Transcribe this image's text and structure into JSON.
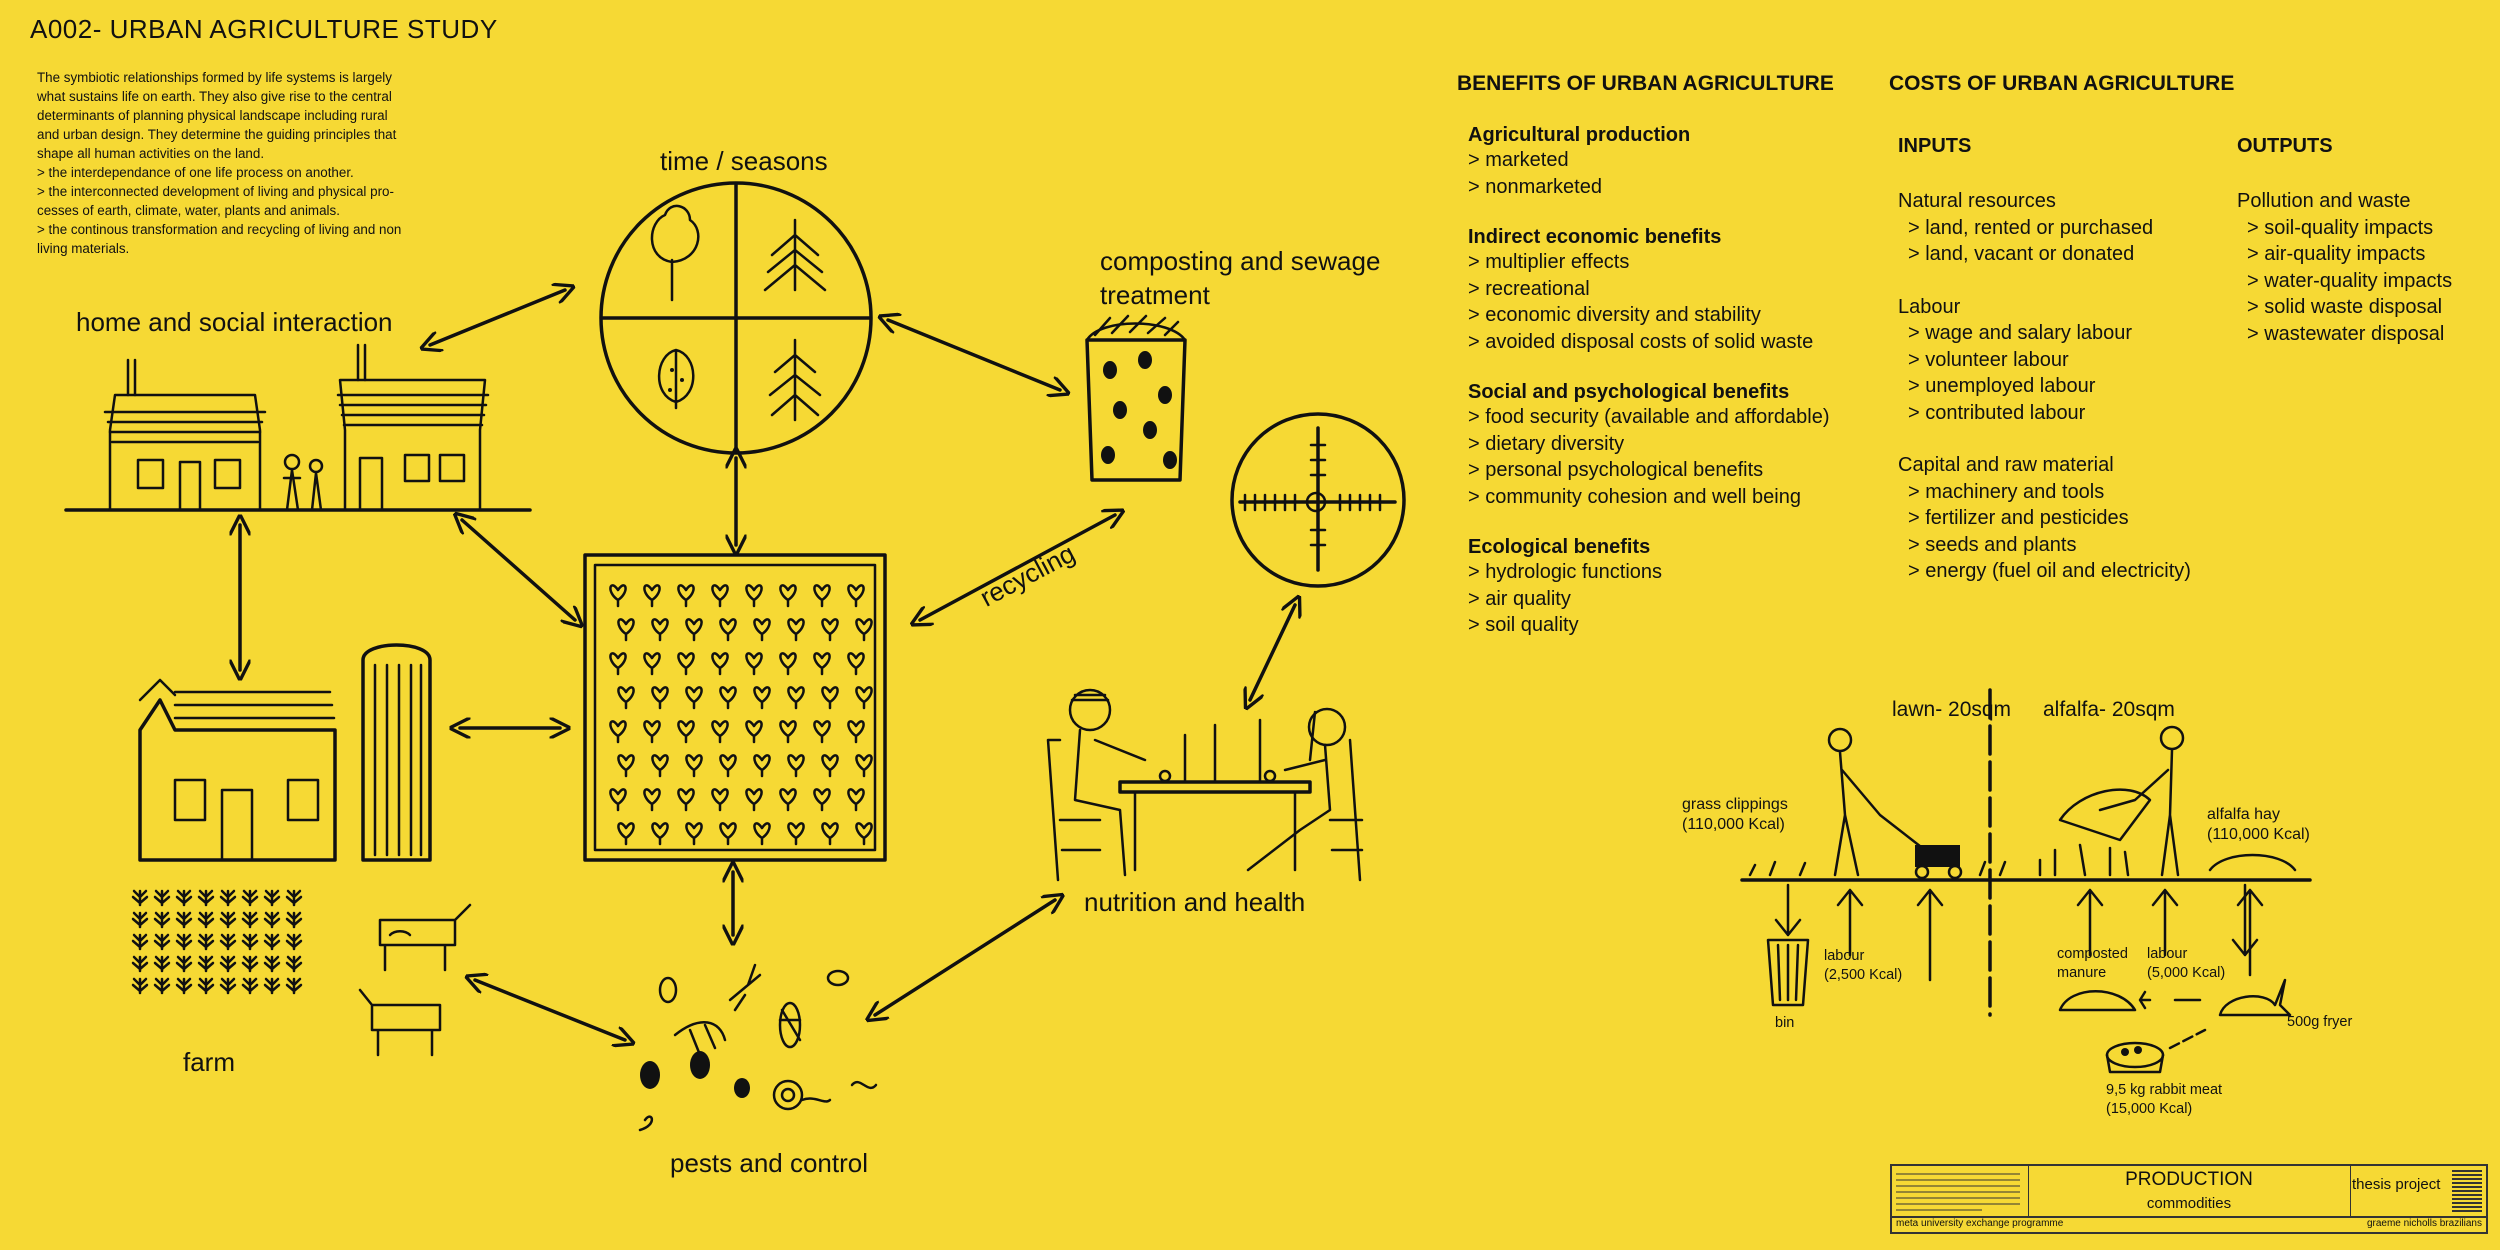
{
  "title": "A002- URBAN AGRICULTURE STUDY",
  "intro": [
    "The symbiotic relationships formed by life systems is largely",
    "what sustains life on earth. They also give rise to the central",
    "determinants of planning physical landscape including rural",
    "and urban design. They determine the guiding principles that",
    "shape all human activities on the land.",
    "> the interdependance of one life process on another.",
    "> the interconnected development of living and physical pro-",
    "cesses of earth, climate, water, plants and animals.",
    "> the continous transformation and recycling of living and non",
    "living materials."
  ],
  "diagram": {
    "time_seasons": "time / seasons",
    "composting_line1": "composting and sewage",
    "composting_line2": "treatment",
    "home": "home and social interaction",
    "recycling": "recycling",
    "farm": "farm",
    "nutrition": "nutrition and health",
    "pests": "pests and control"
  },
  "benefits": {
    "heading": "BENEFITS OF URBAN AGRICULTURE",
    "sections": [
      {
        "title": "Agricultural production",
        "items": [
          "> marketed",
          "> nonmarketed"
        ]
      },
      {
        "title": "Indirect economic benefits",
        "items": [
          "> multiplier effects",
          "> recreational",
          "> economic diversity and stability",
          "> avoided disposal costs of solid waste"
        ]
      },
      {
        "title": "Social and psychological benefits",
        "items": [
          "> food security (available and affordable)",
          "> dietary diversity",
          "> personal psychological benefits",
          "> community cohesion and well being"
        ]
      },
      {
        "title": "Ecological benefits",
        "items": [
          "> hydrologic functions",
          "> air quality",
          "> soil quality"
        ]
      }
    ]
  },
  "costs": {
    "heading": "COSTS OF URBAN AGRICULTURE",
    "inputs": {
      "heading": "INPUTS",
      "groups": [
        {
          "title": "Natural resources",
          "items": [
            "> land, rented or purchased",
            "> land, vacant or donated"
          ]
        },
        {
          "title": "Labour",
          "items": [
            "> wage and salary labour",
            "> volunteer labour",
            "> unemployed labour",
            "> contributed labour"
          ]
        },
        {
          "title": "Capital and raw material",
          "items": [
            "> machinery and tools",
            "> fertilizer and pesticides",
            "> seeds and plants",
            "> energy (fuel oil and electricity)"
          ]
        }
      ]
    },
    "outputs": {
      "heading": "OUTPUTS",
      "groups": [
        {
          "title": "Pollution and waste",
          "items": [
            "> soil-quality impacts",
            "> air-quality impacts",
            "> water-quality impacts",
            "> solid waste disposal",
            "> wastewater disposal"
          ]
        }
      ]
    }
  },
  "comparison": {
    "lawn": "lawn- 20sqm",
    "alfalfa": "alfalfa- 20sqm",
    "grass_line1": "grass clippings",
    "grass_line2": "(110,000 Kcal)",
    "hay_line1": "alfalfa hay",
    "hay_line2": "(110,000 Kcal)",
    "labour1_line1": "labour",
    "labour1_line2": "(2,500 Kcal)",
    "bin": "bin",
    "manure_line1": "composted",
    "manure_line2": "manure",
    "labour2_line1": "labour",
    "labour2_line2": "(5,000 Kcal)",
    "fryer": "500g fryer",
    "rabbit_line1": "9,5 kg rabbit meat",
    "rabbit_line2": "(15,000 Kcal)"
  },
  "titleblock": {
    "production": "PRODUCTION",
    "commodities": "commodities",
    "thesis": "thesis project",
    "programme": "meta university exchange programme",
    "author": "graeme nicholls brazilians"
  }
}
